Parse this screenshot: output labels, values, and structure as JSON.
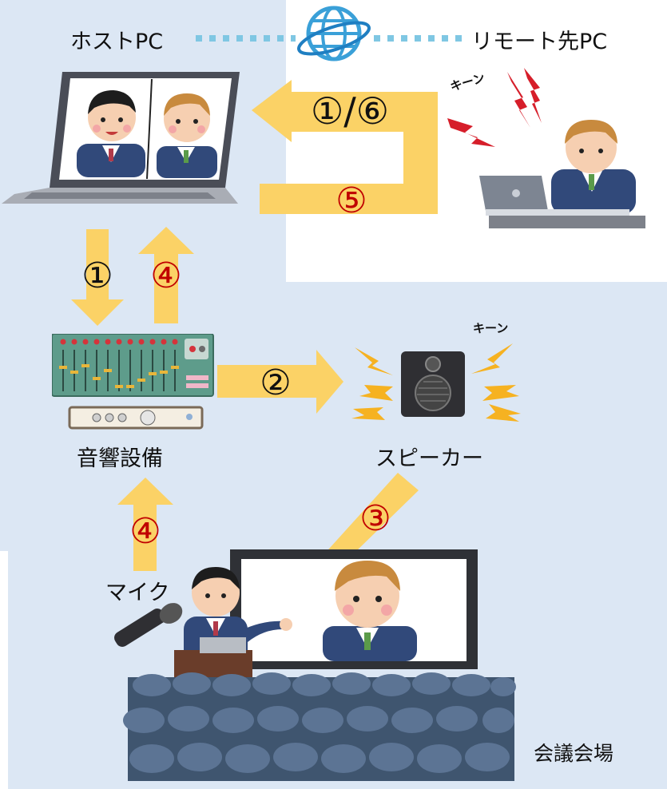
{
  "labels": {
    "host_pc": "ホストPC",
    "remote_pc": "リモート先PC",
    "audio_equipment": "音響設備",
    "speaker": "スピーカー",
    "mic": "マイク",
    "venue": "会議会場",
    "howl_remote": "キーン",
    "howl_speaker": "キーン"
  },
  "steps": {
    "host_remote": "①/⑥",
    "remote_return": "⑤",
    "host_to_mixer": "①",
    "mixer_to_host": "④",
    "mixer_to_speaker": "②",
    "speaker_to_mic": "③",
    "mic_to_mixer": "④"
  },
  "colors": {
    "venue_bg": "#dce7f4",
    "arrow": "#fbd266",
    "step_red": "#c00000",
    "network_dots": "#7fc7e3"
  }
}
